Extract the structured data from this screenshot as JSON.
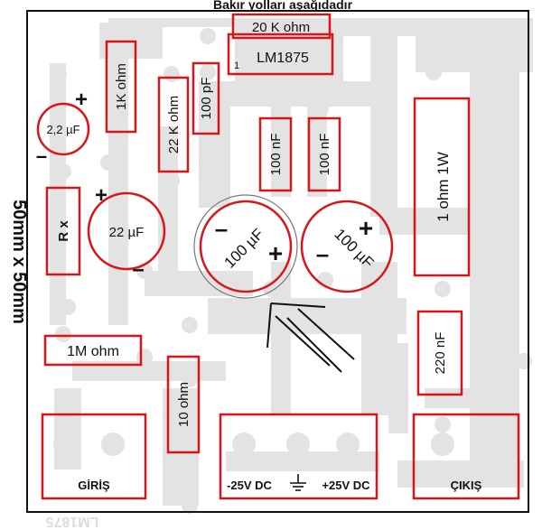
{
  "header": {
    "top_text": "Bakır yolları aşağıdadır",
    "side_text": "50mm x 50mm",
    "mirror_text": "LM1875"
  },
  "components": {
    "r_20k": "20 K ohm",
    "ic": "LM1875",
    "ic_pin1": "1",
    "r_1k": "1K ohm",
    "r_22k": "22 K ohm",
    "c_100pf": "100 pF",
    "c_2u2": "2,2 µF",
    "c_100nf_a": "100 nF",
    "c_100nf_b": "100 nF",
    "r_1ohm1w": "1 ohm 1W",
    "rx": "R x",
    "c_22u": "22 µF",
    "c_100u_left": "100 µF",
    "c_100u_right": "100 µF",
    "r_1m": "1M ohm",
    "c_220nf": "220 nF",
    "r_10ohm": "10 ohm"
  },
  "polarity": {
    "plus": "+",
    "minus": "–"
  },
  "connectors": {
    "input_label": "GİRİŞ",
    "power_minus": "-25V DC",
    "power_plus": "+25V DC",
    "output_label": "ÇIKIŞ"
  },
  "colors": {
    "outline": "#d9141b",
    "trace": "#e3e3e3",
    "board_border": "#111111"
  }
}
